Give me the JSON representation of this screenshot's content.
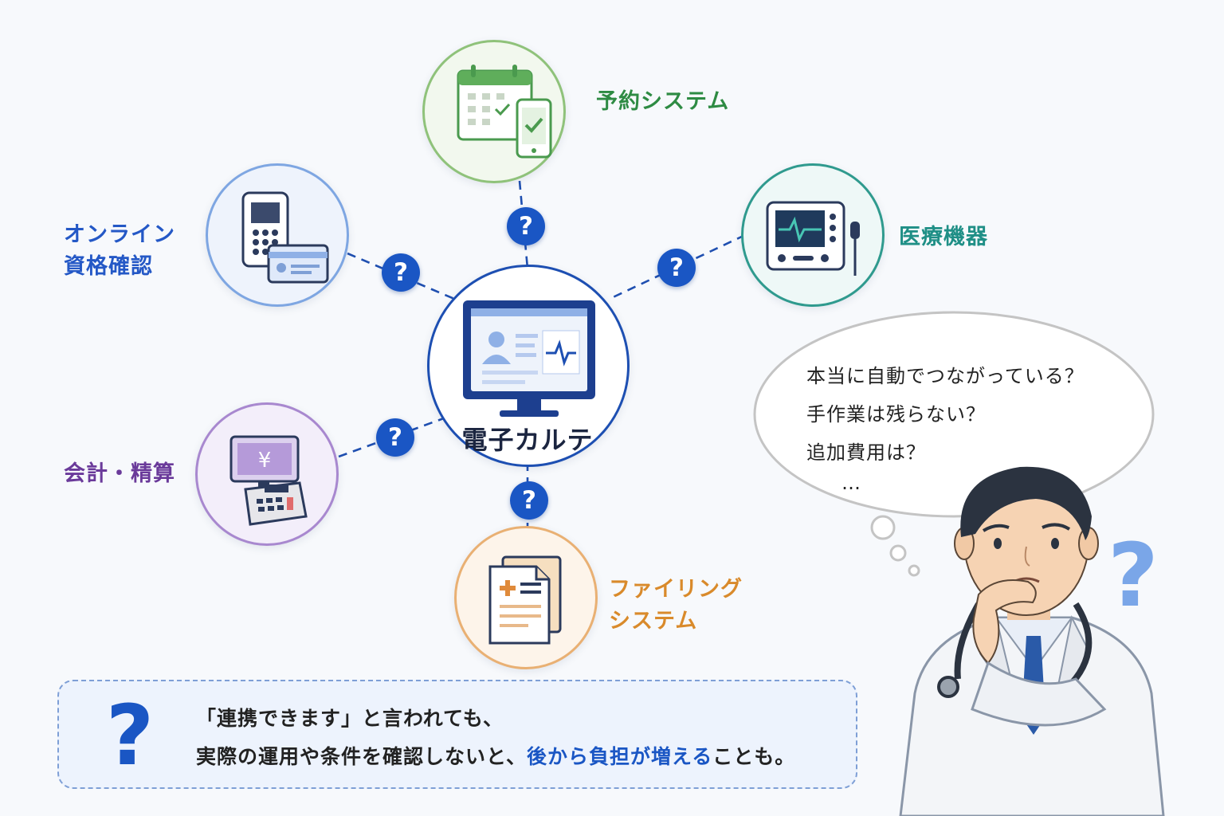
{
  "center": {
    "title": "電子カルテ"
  },
  "systems": [
    {
      "id": "reservation",
      "label_lines": [
        "予約システム"
      ],
      "color": "#2e8b43",
      "ring": "#8fc27a",
      "fill": "#f2f8ee",
      "icon": "calendar-phone-icon"
    },
    {
      "id": "online-eligibility",
      "label_lines": [
        "オンライン",
        "資格確認"
      ],
      "color": "#2458c6",
      "ring": "#7ea6e2",
      "fill": "#eef3fc",
      "icon": "card-reader-icon"
    },
    {
      "id": "medical-devices",
      "label_lines": [
        "医療機器"
      ],
      "color": "#1f8f86",
      "ring": "#2f9a8e",
      "fill": "#eef8f7",
      "icon": "monitor-device-icon"
    },
    {
      "id": "accounting",
      "label_lines": [
        "会計・精算"
      ],
      "color": "#6a3a9a",
      "ring": "#a888cf",
      "fill": "#f3eefa",
      "icon": "register-icon"
    },
    {
      "id": "filing",
      "label_lines": [
        "ファイリング",
        "システム"
      ],
      "color": "#d98a2b",
      "ring": "#e9b073",
      "fill": "#fdf4ea",
      "icon": "documents-icon"
    }
  ],
  "badges": {
    "symbol": "?",
    "color": "#1a56c4"
  },
  "thought_bubble": {
    "lines": [
      "本当に自動でつながっている？",
      "手作業は残らない？",
      "追加費用は？",
      "…"
    ]
  },
  "doctor": {
    "icon": "thinking-doctor-icon",
    "question_mark": "?"
  },
  "note": {
    "icon_symbol": "?",
    "line1": "「連携できます」と言われても、",
    "line2_before": "実際の運用や条件を確認しないと、",
    "line2_highlight": "後から負担が増える",
    "line2_after": "ことも。",
    "highlight_color": "#1a56c4"
  }
}
